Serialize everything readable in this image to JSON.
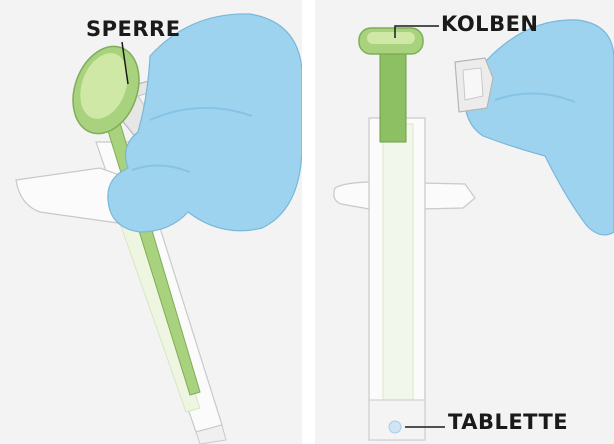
{
  "labels": {
    "lock": "SPERRE",
    "plunger": "KOLBEN",
    "tablet": "TABLETTE"
  },
  "colors": {
    "panel_background": "#f3f3f3",
    "glove_blue": "#9ed3ef",
    "plunger_green": "#8cc063",
    "plunger_light_green": "#cfe8a6",
    "syringe_white": "#fbfbfb",
    "tablet_blue": "#cfe4f4",
    "label_text": "#1a1a1a"
  }
}
